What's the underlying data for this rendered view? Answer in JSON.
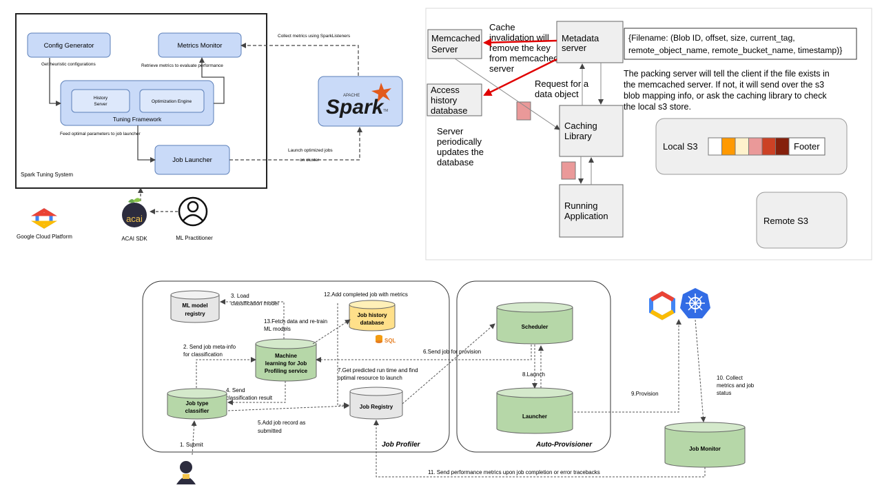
{
  "spark_diagram": {
    "config_generator": "Config Generator",
    "metrics_monitor": "Metrics Monitor",
    "history_server": [
      "History",
      "Server"
    ],
    "optimization_engine": "Optimization Engine",
    "tuning_framework": "Tuning Framework",
    "job_launcher": "Job Launcher",
    "system_label": "Spark Tuning System",
    "get_heuristic": "Get heuristic  configurations",
    "retrieve_metrics": "Retrieve metrics to   evaluate performance",
    "feed_optimal": "Feed optimal parameters    to job launcher",
    "collect_metrics": "Collect metrics using SparkListeners",
    "launch_optimized": [
      "Launch optimized jobs",
      "on cluster"
    ],
    "spark_apache": "APACHE",
    "spark_word": "Spark",
    "spark_tm": "TM",
    "gcp_label": "Google Cloud Platform",
    "acai_logo": "acai",
    "acai_sdk": "ACAI SDK",
    "ml_practitioner": "ML Practitioner"
  },
  "cache_diagram": {
    "memcached_server": [
      "Memcached",
      "Server"
    ],
    "cache_invalidation": [
      "Cache",
      "invalidation will",
      "remove the key",
      "from memcached",
      "server"
    ],
    "metadata_server": [
      "Metadata",
      "server"
    ],
    "metadata_json": [
      "{Filename: (Blob ID, offset, size, current_tag,",
      "remote_object_name, remote_bucket_name, timestamp)}"
    ],
    "packing_text": [
      "The packing server will tell the client if the file exists in",
      "the memcached server. If not, it will send over the s3",
      "blob mapping info, or ask the caching library to check",
      "the local s3 store."
    ],
    "access_history": [
      "Access",
      "history",
      "database"
    ],
    "request_object": [
      "Request for a",
      "data object"
    ],
    "server_updates": [
      "Server",
      "periodically",
      "updates the",
      "database"
    ],
    "caching_library": [
      "Caching",
      "Library"
    ],
    "local_s3": "Local S3",
    "footer": "Footer",
    "running_application": [
      "Running",
      "Application"
    ],
    "remote_s3": "Remote S3",
    "block_colors": [
      "#ffffff",
      "#ff9900",
      "#fff2cc",
      "#ea9999",
      "#cc4125",
      "#85200c",
      "#e00000"
    ]
  },
  "profiler_diagram": {
    "ml_model_registry": [
      "ML model",
      "registry"
    ],
    "load_model": [
      "3. Load",
      "classification model"
    ],
    "add_completed": "12.Add completed job with metrics",
    "job_history_db": [
      "Job history",
      "database"
    ],
    "sql_label": "SQL",
    "fetch_data": [
      "13.Fetch data and re-train",
      "ML models"
    ],
    "send_meta": [
      "2. Send job meta-info",
      "for classification"
    ],
    "ml_service": [
      "Machine",
      "learning for Job",
      "Profiling service"
    ],
    "send_provision": "6.Send job for provision",
    "scheduler": "Scheduler",
    "get_predicted": [
      "7.Get predicted run time and find",
      "optimal resource to launch"
    ],
    "launch": "8.Launch",
    "send_classification": [
      "4. Send",
      "classification result"
    ],
    "job_type_classifier": [
      "Job type",
      "classifier"
    ],
    "job_registry": "Job Registry",
    "launcher": "Launcher",
    "provision": "9.Provision",
    "collect_status": [
      "10. Collect",
      "metrics and job",
      "status"
    ],
    "add_record": [
      "5.Add job record as",
      "submitted"
    ],
    "submit": "1. Submit",
    "job_profiler": "Job Profiler",
    "auto_provisioner": "Auto-Provisioner",
    "job_monitor": "Job Monitor",
    "send_perf": "11. Send performance metrics upon job completion or error tracebacks"
  }
}
